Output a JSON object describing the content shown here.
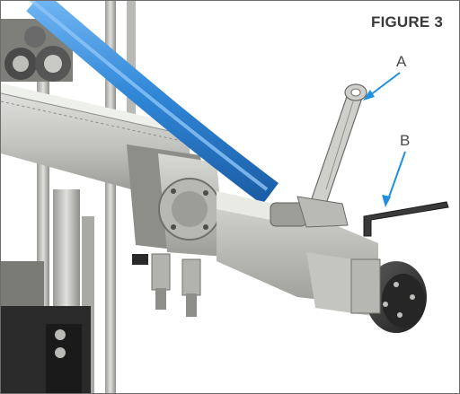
{
  "figure": {
    "title": "FIGURE 3",
    "callouts": [
      {
        "label": "A",
        "target": "wrench"
      },
      {
        "label": "B",
        "target": "hex-key"
      }
    ]
  },
  "colors": {
    "hose": "#2f86d6",
    "callout_arrow": "#1f8fe0",
    "metal_light": "#d5d6d2",
    "metal_dark": "#3c3c3c",
    "frame_border": "#6c6c6c"
  }
}
